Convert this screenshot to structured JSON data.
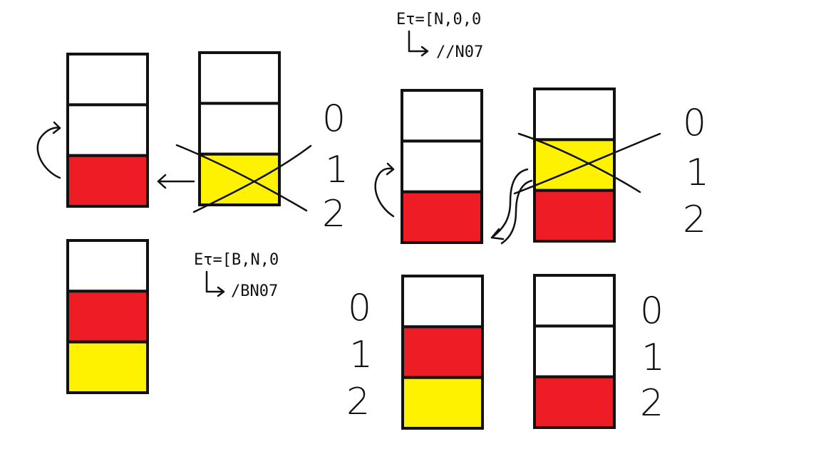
{
  "colors": {
    "white": "#ffffff",
    "red": "#ee1c24",
    "yellow": "#fff200",
    "outline": "#111111"
  },
  "stacks": [
    {
      "name": "stack-top-left-a",
      "cells": [
        "white",
        "white",
        "red"
      ]
    },
    {
      "name": "stack-top-left-b",
      "cells": [
        "white",
        "white",
        "yellow"
      ],
      "crossed_slot": 2
    },
    {
      "name": "stack-bottom-left",
      "cells": [
        "white",
        "red",
        "yellow"
      ]
    },
    {
      "name": "stack-top-right-a",
      "cells": [
        "white",
        "white",
        "red"
      ]
    },
    {
      "name": "stack-top-right-b",
      "cells": [
        "white",
        "yellow",
        "red"
      ],
      "crossed_slot": 1
    },
    {
      "name": "stack-bottom-right-a",
      "cells": [
        "white",
        "red",
        "yellow"
      ]
    },
    {
      "name": "stack-bottom-right-b",
      "cells": [
        "white",
        "white",
        "red"
      ]
    }
  ],
  "index_labels": [
    "0",
    "1",
    "2"
  ],
  "notes": {
    "left_line1": "Eτ=[B,N,0",
    "left_line2": "/BN07",
    "right_line1": "Eτ=[N,0,0",
    "right_line2": "//N07"
  }
}
